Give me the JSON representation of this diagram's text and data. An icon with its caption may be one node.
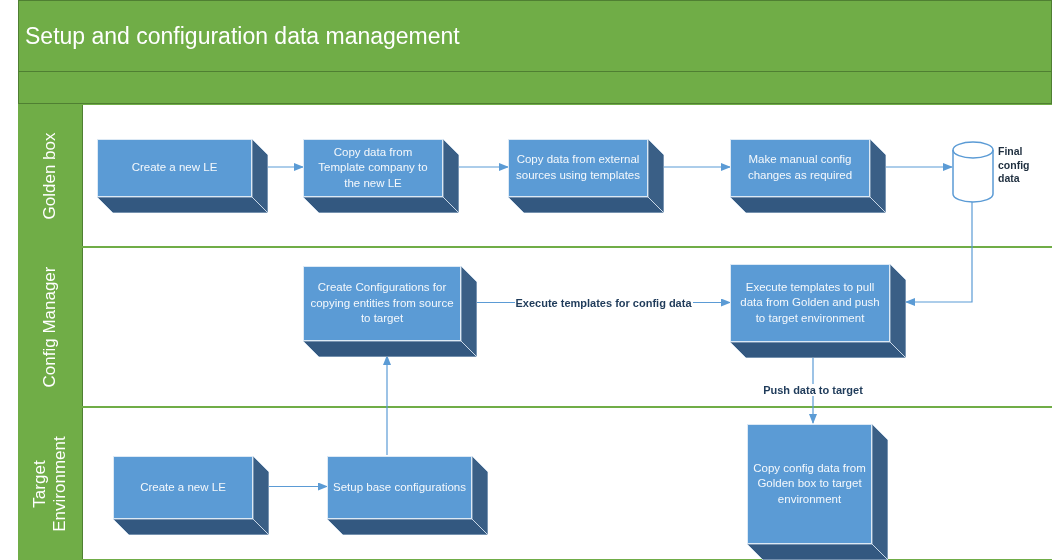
{
  "diagram": {
    "title": "Setup and configuration data management",
    "nodes": [
      {
        "text": [
          "Golden box"
        ]
      },
      {
        "text": [
          "Config Manager"
        ]
      },
      {
        "text": [
          "Target Environment"
        ]
      },
      {
        "text": [
          "Create a new LE"
        ],
        "in": 0
      },
      {
        "text": [
          "Copy data from Template company to the new LE"
        ],
        "in": 0
      },
      {
        "text": [
          "Copy data from external sources using templates"
        ],
        "in": 0
      },
      {
        "text": [
          "Make manual config changes as required"
        ],
        "in": 0
      },
      {
        "text": [],
        "shape": "cylinder",
        "beside": [
          "Final config data"
        ],
        "in": 0
      },
      {
        "text": [
          "Create Configurations for copying entities from source to target"
        ],
        "in": 1
      },
      {
        "text": [
          "Execute templates to pull data from Golden and push to target environment"
        ],
        "in": 1
      },
      {
        "text": [
          "Create a new LE"
        ],
        "in": 2
      },
      {
        "text": [
          "Setup base configurations"
        ],
        "in": 2
      },
      {
        "text": [
          "Copy config data from Golden box to target environment"
        ],
        "in": 2
      }
    ],
    "edges": [
      {
        "from": 3,
        "to": 4,
        "arrow": "to"
      },
      {
        "from": 4,
        "to": 5,
        "arrow": "to"
      },
      {
        "from": 5,
        "to": 6,
        "arrow": "to"
      },
      {
        "from": 6,
        "to": 7,
        "arrow": "to"
      },
      {
        "from": 7,
        "to": 9,
        "arrow": "to"
      },
      {
        "from": 8,
        "to": 9,
        "arrow": "to",
        "label": "Execute templates for config data"
      },
      {
        "from": 11,
        "to": 8,
        "arrow": "to"
      },
      {
        "from": 9,
        "to": 12,
        "arrow": "to",
        "label": "Push data to target"
      },
      {
        "from": 10,
        "to": 11,
        "arrow": "to"
      }
    ]
  }
}
